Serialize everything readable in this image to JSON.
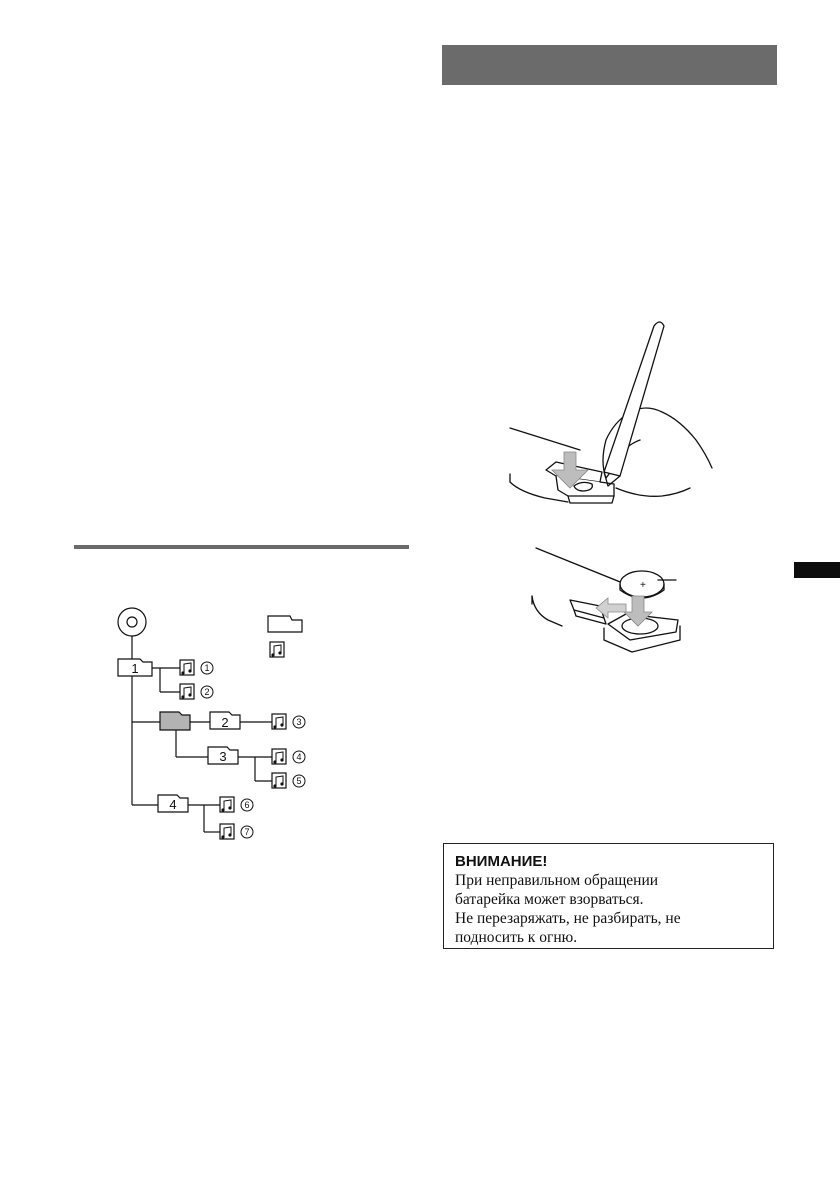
{
  "warning": {
    "title": "ВНИМАНИЕ!",
    "lines": [
      "При неправильном обращении",
      "батарейка может взорваться.",
      "Не перезаряжать, не разбирать, не",
      "подносить к огню."
    ]
  },
  "tree_diagram": {
    "folders": [
      {
        "label": "1"
      },
      {
        "label": "2"
      },
      {
        "label": "3"
      },
      {
        "label": "4"
      }
    ],
    "track_numbers": [
      "1",
      "2",
      "3",
      "4",
      "5",
      "6",
      "7"
    ]
  },
  "colors": {
    "section_bar": "#6b6b6b",
    "highlighted_folder": "#b3b3b3",
    "side_tab": "#0d0d0d"
  },
  "icons": {
    "disc": "disc-icon",
    "folder": "folder-icon",
    "track": "music-file-icon"
  }
}
